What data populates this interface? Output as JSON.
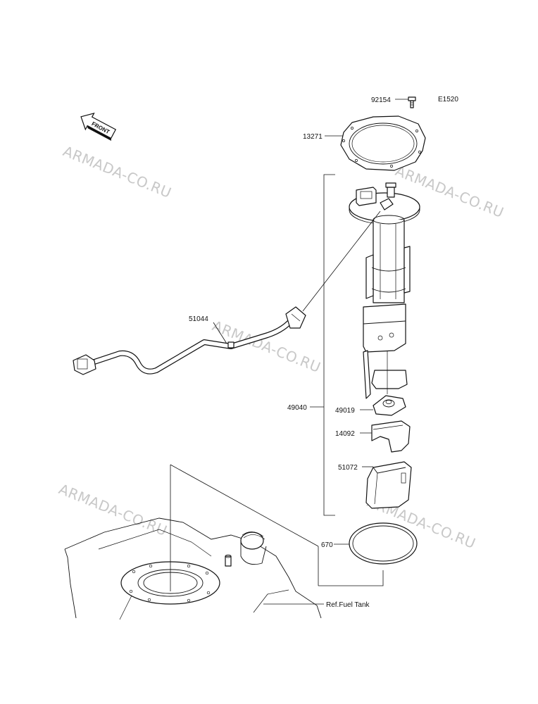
{
  "diagram_code": "E1520",
  "front_arrow_text": "FRONT",
  "watermark_text": "ARMADA-CO.RU",
  "parts": {
    "bolt": "92154",
    "gasket_plate": "13271",
    "hose": "51044",
    "pump_assembly": "49040",
    "filter": "49019",
    "bracket": "14092",
    "cover": "51072",
    "o_ring": "670",
    "ref_tank": "Ref.Fuel Tank"
  }
}
